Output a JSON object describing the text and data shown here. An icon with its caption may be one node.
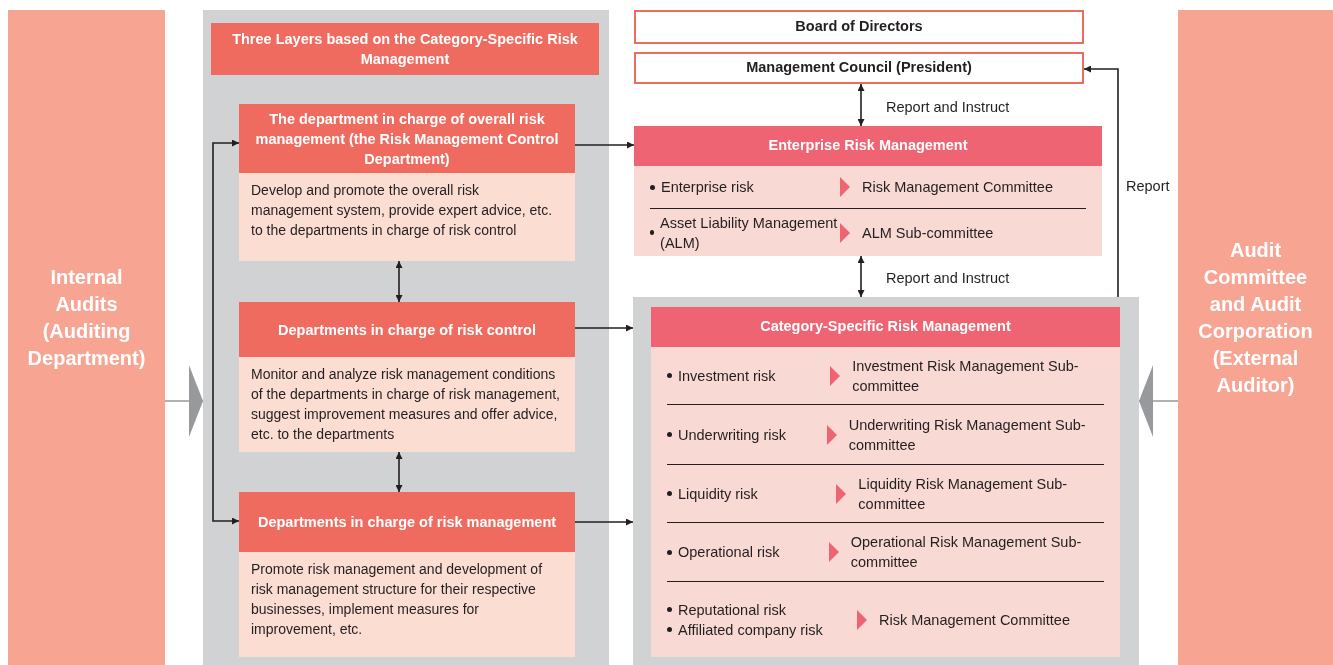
{
  "diagram": {
    "nodes": [
      {
        "text": [
          "Internal Audits (Auditing Department)"
        ]
      },
      {
        "text": [
          "Three Layers based on the Category-Specific Risk Management"
        ]
      },
      {
        "text": [
          "The department in charge of overall risk management (the Risk Management Control Department)",
          "Develop and promote the overall risk management system, provide expert advice, etc. to the departments in charge of risk control"
        ],
        "in": 1
      },
      {
        "text": [
          "Departments in charge of risk control",
          "Monitor and analyze risk management conditions of the departments in charge of risk management, suggest improvement measures and offer advice, etc. to the departments"
        ],
        "in": 1
      },
      {
        "text": [
          "Departments in charge of risk management",
          "Promote risk management and development of risk management structure for their respective businesses, implement measures for improvement, etc."
        ],
        "in": 1
      },
      {
        "text": [
          "Board of Directors"
        ]
      },
      {
        "text": [
          "Management Council (President)"
        ]
      },
      {
        "text": [
          "Enterprise Risk Management",
          "Enterprise risk",
          "Risk Management Committee",
          "Asset Liability Management (ALM)",
          "ALM Sub-committee"
        ]
      },
      {
        "text": [],
        "shape": "box"
      },
      {
        "text": [
          "Category-Specific Risk Management",
          "Investment risk",
          "Investment Risk Management Sub-committee",
          "Underwriting risk",
          "Underwriting Risk Management Sub-committee",
          "Liquidity risk",
          "Liquidity Risk Management Sub-committee",
          "Operational risk",
          "Operational Risk Management Sub-committee",
          "Reputational risk",
          "Affiliated company risk",
          "Risk Management Committee"
        ],
        "in": 8
      },
      {
        "text": [
          "Audit Committee and Audit Corporation (External Auditor)"
        ]
      }
    ],
    "edges": [
      {
        "from": 6,
        "to": 7,
        "arrow": "both",
        "label": "Report and Instruct"
      },
      {
        "from": 7,
        "to": 8,
        "arrow": "both",
        "label": "Report and Instruct"
      },
      {
        "from": 8,
        "to": 6,
        "arrow": "to",
        "label": "Report"
      },
      {
        "from": 2,
        "to": 7,
        "arrow": "to"
      },
      {
        "from": 3,
        "to": 8,
        "arrow": "to"
      },
      {
        "from": 4,
        "to": 8,
        "arrow": "to"
      },
      {
        "from": 2,
        "to": 3,
        "arrow": "both"
      },
      {
        "from": 3,
        "to": 4,
        "arrow": "both"
      },
      {
        "from": 2,
        "to": 4,
        "arrow": "both"
      },
      {
        "from": 0,
        "to": 1,
        "arrow": "to",
        "color": "#98999c"
      },
      {
        "from": 10,
        "to": 8,
        "arrow": "to",
        "color": "#98999c"
      }
    ]
  }
}
